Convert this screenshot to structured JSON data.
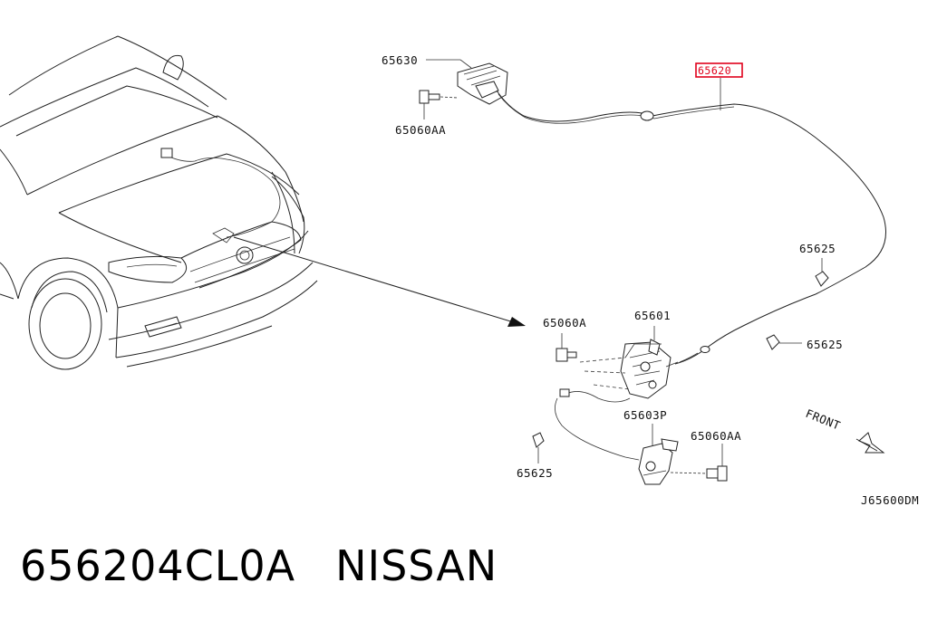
{
  "labels": {
    "p65630": "65630",
    "p65620": "65620",
    "p65060AA_top": "65060AA",
    "p65625_right_upper": "65625",
    "p65625_right_lower": "65625",
    "p65060A": "65060A",
    "p65601": "65601",
    "p65603P": "65603P",
    "p65060AA_bottom": "65060AA",
    "p65625_left": "65625",
    "front": "FRONT",
    "diagram_code": "J65600DM"
  },
  "highlight_color": "#e0001b",
  "caption": {
    "part_number": "656204CL0A",
    "brand": "NISSAN"
  }
}
